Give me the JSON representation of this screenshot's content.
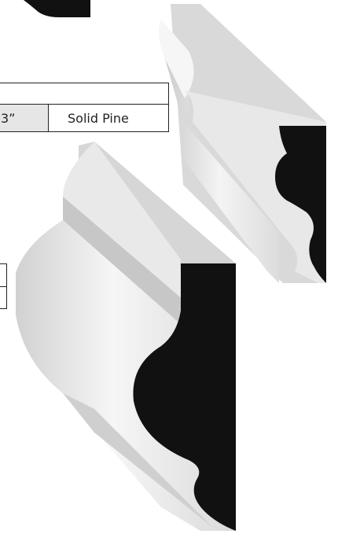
{
  "spec_table_top": {
    "size_fragment": "3”",
    "material": "Solid Pine"
  },
  "colors": {
    "profile_black": "#111111",
    "face_light": "#f2f2f2",
    "face_mid": "#d7d7d7",
    "face_dark": "#bdbdbd",
    "cell_grey": "#e6e6e6"
  },
  "icons": [
    "moulding-profile-top-left",
    "moulding-profile-right",
    "moulding-profile-large"
  ]
}
